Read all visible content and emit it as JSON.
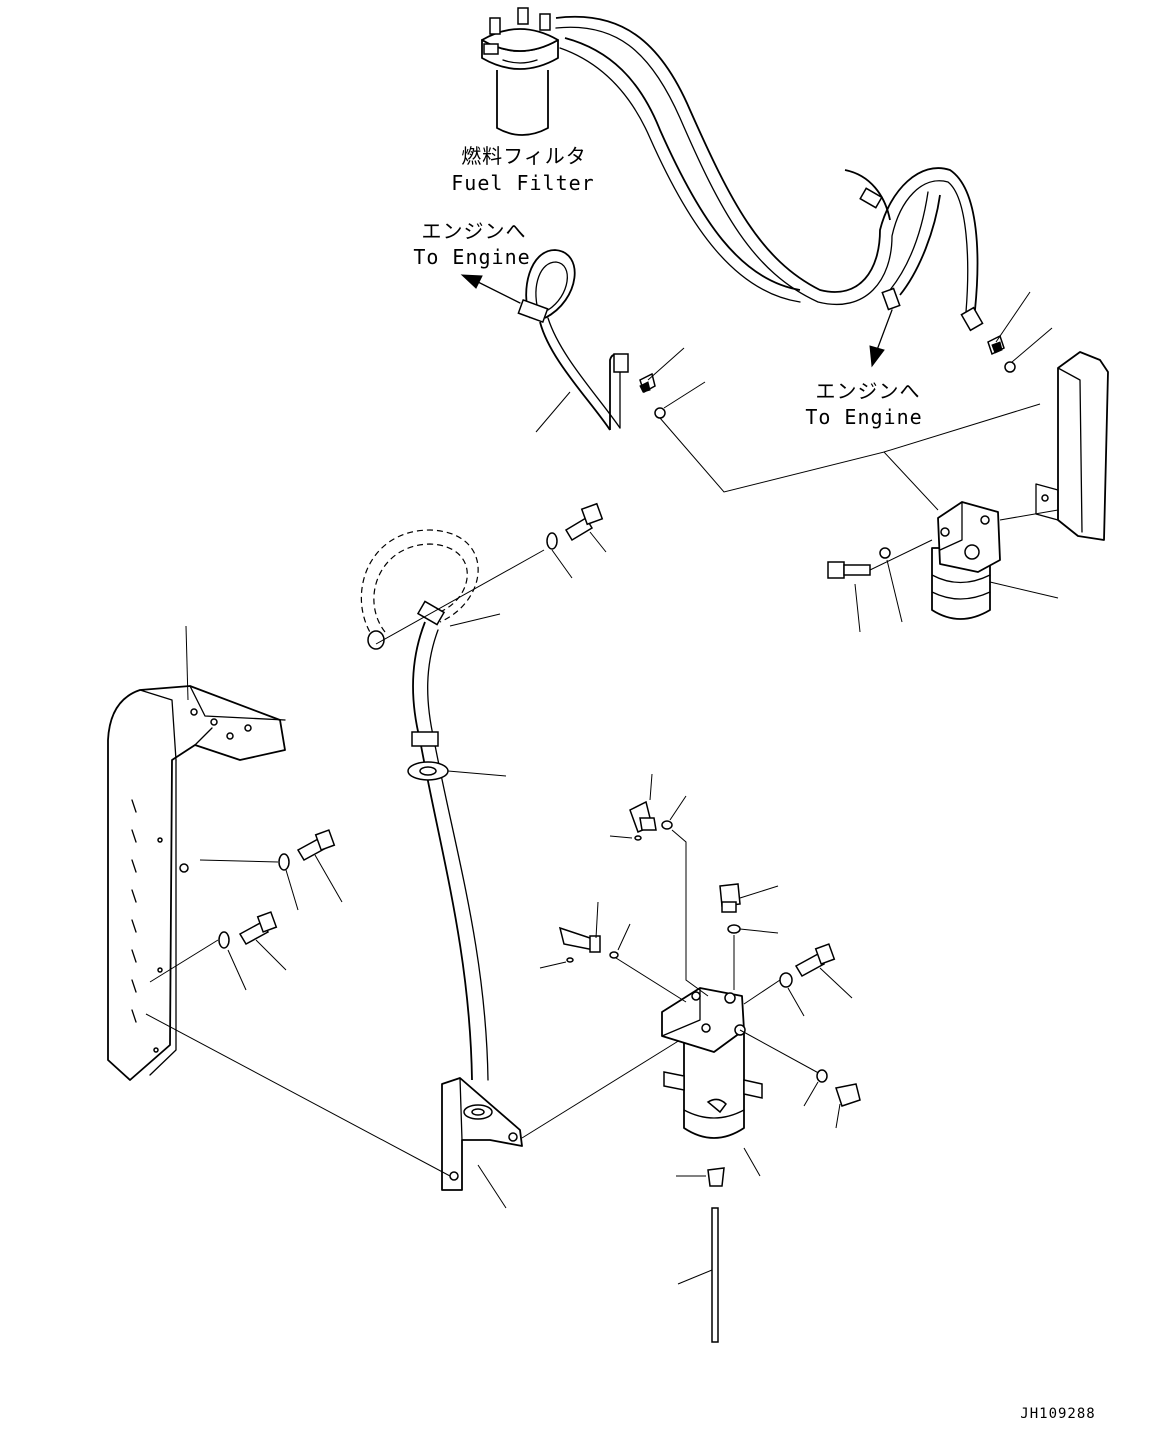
{
  "labels": {
    "fuel_filter_jp": "燃料フィルタ",
    "fuel_filter_en": "Fuel Filter",
    "to_engine_1_jp": "エンジンへ",
    "to_engine_1_en": "To Engine",
    "to_engine_2_jp": "エンジンへ",
    "to_engine_2_en": "To Engine",
    "drawing_code": "JH109288"
  }
}
